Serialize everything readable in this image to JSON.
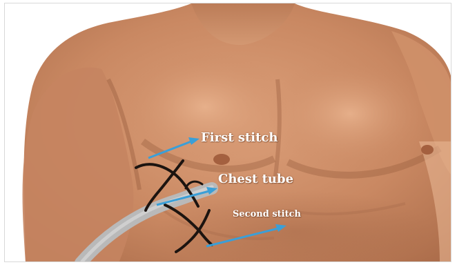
{
  "labels": {
    "first_stitch": "First stitch",
    "chest_tube": "Chest tube",
    "second_stitch": "Second stitch"
  },
  "colors": {
    "arrow": "#3a9fd8",
    "stitch": "#1c1410",
    "tube": "#b9b9b9",
    "label_text": "#ffffff"
  }
}
